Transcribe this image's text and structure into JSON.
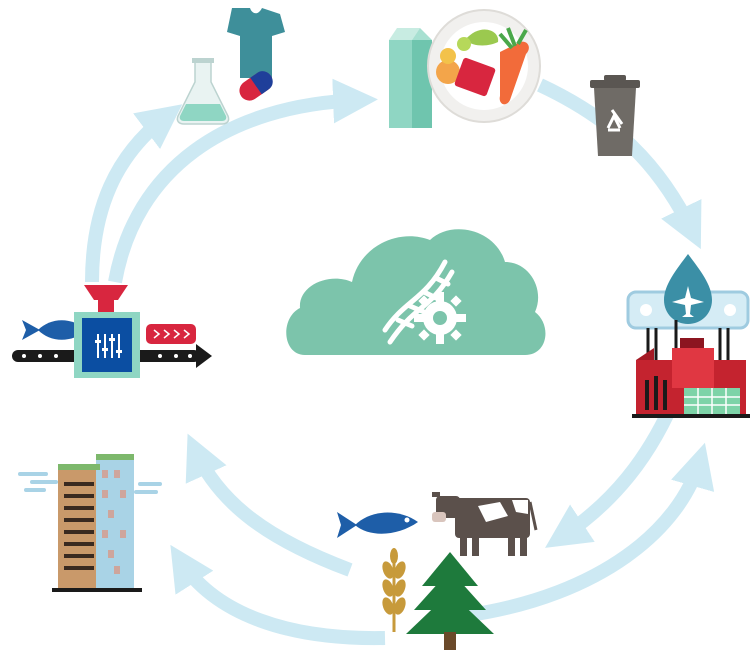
{
  "diagram": {
    "type": "circular-bioeconomy-cycle",
    "center": {
      "icon": "cloud-dna-gear-icon"
    },
    "nodes": [
      {
        "id": "bio-products",
        "icons": [
          "t-shirt-icon",
          "flask-icon",
          "pill-capsule-icon"
        ]
      },
      {
        "id": "food",
        "icons": [
          "milk-carton-icon",
          "food-plate-icon"
        ]
      },
      {
        "id": "waste",
        "icons": [
          "recycle-bin-icon"
        ]
      },
      {
        "id": "biorefinery",
        "icons": [
          "fuel-drop-airplane-icon",
          "factory-icon"
        ]
      },
      {
        "id": "biomass",
        "icons": [
          "fish-icon",
          "cow-icon",
          "wheat-icon",
          "pine-tree-icon"
        ]
      },
      {
        "id": "buildings",
        "icons": [
          "green-building-icon",
          "cloud-wisp-icon"
        ]
      },
      {
        "id": "processing",
        "icons": [
          "conveyor-machine-icon",
          "fish-icon",
          "meat-icon"
        ]
      }
    ],
    "arrows_count": 7
  },
  "colors": {
    "arrow": "#cde9f3",
    "cloud": "#7cc4ab",
    "navy": "#0b4ea2",
    "red": "#d8263f",
    "mint": "#8fd6c3",
    "bin": "#6f6b66",
    "tree": "#1e7a3c",
    "wheat": "#c79a3b",
    "cow": "#5b504b",
    "building_tan": "#c9996a",
    "building_blue": "#a9d3e6"
  }
}
